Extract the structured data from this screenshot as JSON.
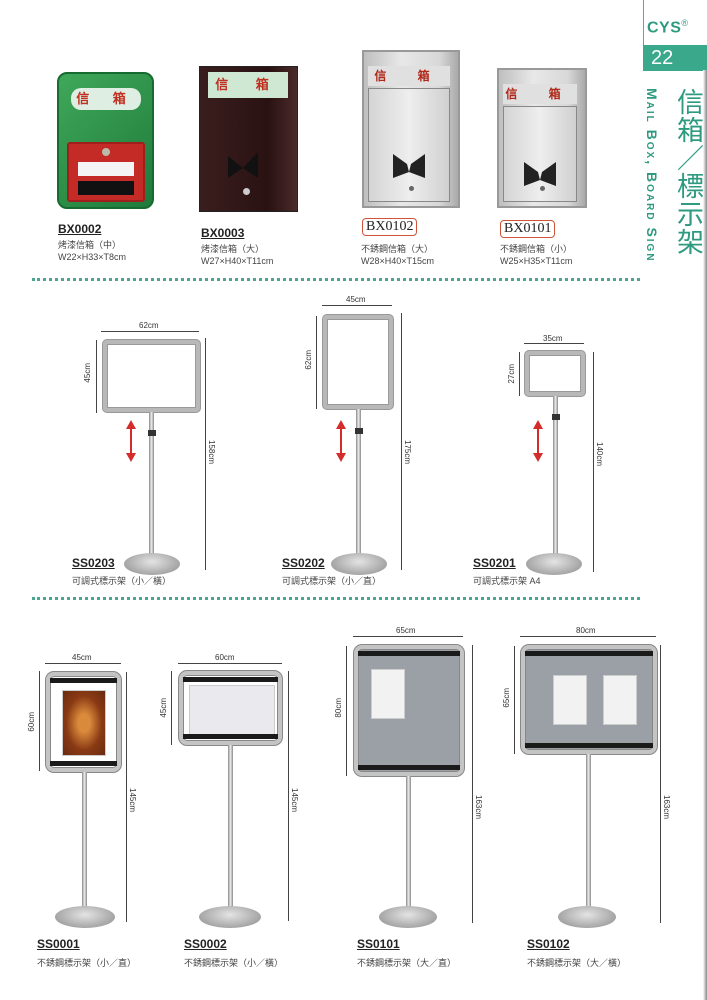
{
  "sidetab": {
    "brand": "CYS",
    "registered": "®",
    "page_number": "22",
    "title_zh": "信箱／標示架",
    "title_en": "Mail Box, Board Sign",
    "accent_color": "#3aa98b"
  },
  "mailboxes": [
    {
      "code": "BX0002",
      "name": "烤漆信箱（中）",
      "size": "W22×H33×T8cm",
      "label_text": "信 箱",
      "boxed_code": false
    },
    {
      "code": "BX0003",
      "name": "烤漆信箱（大）",
      "size": "W27×H40×T11cm",
      "label_text": "信 箱",
      "boxed_code": false
    },
    {
      "code": "BX0102",
      "name": "不銹鋼信箱（大）",
      "size": "W28×H40×T15cm",
      "label_text": "信 箱",
      "boxed_code": true
    },
    {
      "code": "BX0101",
      "name": "不銹鋼信箱（小）",
      "size": "W25×H35×T11cm",
      "label_text": "信 箱",
      "boxed_code": true
    }
  ],
  "adjustable_stands": [
    {
      "code": "SS0203",
      "name": "可調式標示架（小／橫）",
      "width": "62cm",
      "height": "45cm",
      "total_height": "158cm"
    },
    {
      "code": "SS0202",
      "name": "可調式標示架（小／直）",
      "width": "45cm",
      "height": "62cm",
      "total_height": "175cm"
    },
    {
      "code": "SS0201",
      "name": "可調式標示架 A4",
      "width": "35cm",
      "height": "27cm",
      "total_height": "140cm"
    }
  ],
  "steel_stands": [
    {
      "code": "SS0001",
      "name": "不銹鋼標示架（小／直）",
      "width": "45cm",
      "height": "60cm",
      "total_height": "145cm"
    },
    {
      "code": "SS0002",
      "name": "不銹鋼標示架（小／橫）",
      "width": "60cm",
      "height": "45cm",
      "total_height": "145cm"
    },
    {
      "code": "SS0101",
      "name": "不銹鋼標示架（大／直）",
      "width": "65cm",
      "height": "80cm",
      "total_height": "163cm"
    },
    {
      "code": "SS0102",
      "name": "不銹鋼標示架（大／橫）",
      "width": "80cm",
      "height": "65cm",
      "total_height": "163cm"
    }
  ]
}
